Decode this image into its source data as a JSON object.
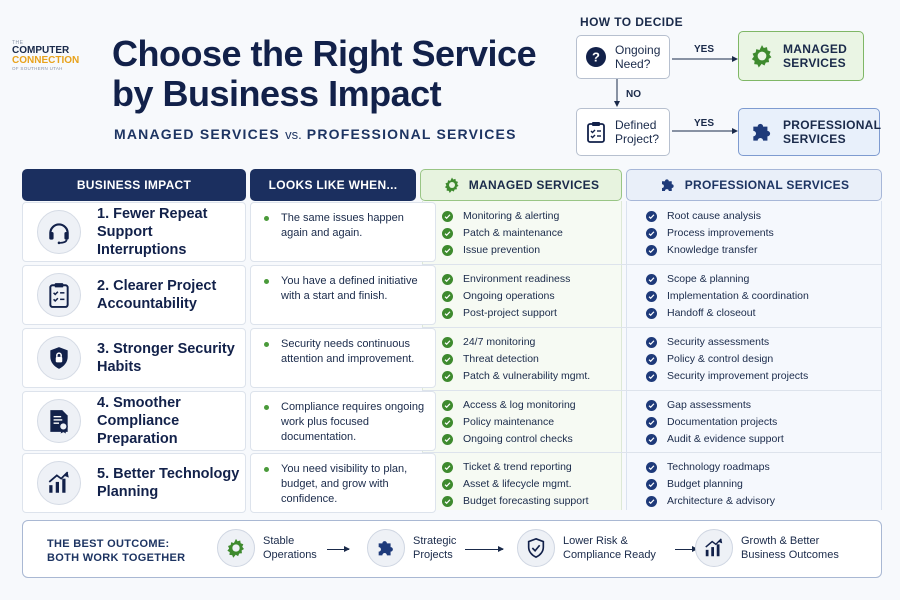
{
  "logo": {
    "line1": "THE",
    "line2": "COMPUTER",
    "line3": "CONNECTION",
    "line4": "OF SOUTHERN UTAH"
  },
  "title": "Choose the Right Service by Business Impact",
  "subtitle": {
    "left": "MANAGED SERVICES",
    "vs": "vs.",
    "right": "PROFESSIONAL SERVICES"
  },
  "decide": {
    "title": "HOW TO DECIDE",
    "q1": "Ongoing Need?",
    "q2": "Defined Project?",
    "yes": "YES",
    "no": "NO",
    "managed": "MANAGED SERVICES",
    "professional": "PROFESSIONAL SERVICES"
  },
  "headers": {
    "impact": "BUSINESS IMPACT",
    "when": "LOOKS LIKE WHEN...",
    "managed": "MANAGED SERVICES",
    "professional": "PROFESSIONAL SERVICES"
  },
  "rows": [
    {
      "impact": "1. Fewer Repeat Support Interruptions",
      "icon": "headset-icon",
      "when": "The same issues happen again and again.",
      "managed": [
        "Monitoring & alerting",
        "Patch & maintenance",
        "Issue prevention"
      ],
      "professional": [
        "Root cause analysis",
        "Process improvements",
        "Knowledge transfer"
      ]
    },
    {
      "impact": "2. Clearer Project Accountability",
      "icon": "clipboard-icon",
      "when": "You have a defined initiative with a start and finish.",
      "managed": [
        "Environment readiness",
        "Ongoing operations",
        "Post-project support"
      ],
      "professional": [
        "Scope & planning",
        "Implementation & coordination",
        "Handoff & closeout"
      ]
    },
    {
      "impact": "3. Stronger Security Habits",
      "icon": "shield-lock-icon",
      "when": "Security needs continuous attention and improvement.",
      "managed": [
        "24/7 monitoring",
        "Threat detection",
        "Patch & vulnerability mgmt."
      ],
      "professional": [
        "Security assessments",
        "Policy & control design",
        "Security improvement projects"
      ]
    },
    {
      "impact": "4. Smoother Compliance Preparation",
      "icon": "certificate-icon",
      "when": "Compliance requires ongoing work plus focused documentation.",
      "managed": [
        "Access & log monitoring",
        "Policy maintenance",
        "Ongoing control checks"
      ],
      "professional": [
        "Gap assessments",
        "Documentation projects",
        "Audit & evidence support"
      ]
    },
    {
      "impact": "5. Better Technology Planning",
      "icon": "growth-chart-icon",
      "when": "You need visibility to plan, budget, and grow with confidence.",
      "managed": [
        "Ticket & trend reporting",
        "Asset & lifecycle mgmt.",
        "Budget forecasting support"
      ],
      "professional": [
        "Technology roadmaps",
        "Budget planning",
        "Architecture & advisory"
      ]
    }
  ],
  "bottom": {
    "lead1": "THE BEST OUTCOME:",
    "lead2": "BOTH WORK TOGETHER",
    "steps": [
      {
        "l1": "Stable",
        "l2": "Operations"
      },
      {
        "l1": "Strategic",
        "l2": "Projects"
      },
      {
        "l1": "Lower Risk &",
        "l2": "Compliance Ready"
      },
      {
        "l1": "Growth & Better",
        "l2": "Business Outcomes"
      }
    ]
  },
  "colors": {
    "navy": "#1b2f5f",
    "green": "#3e8a2e",
    "blue": "#1e3a7a",
    "accent": "#e8a21b"
  }
}
